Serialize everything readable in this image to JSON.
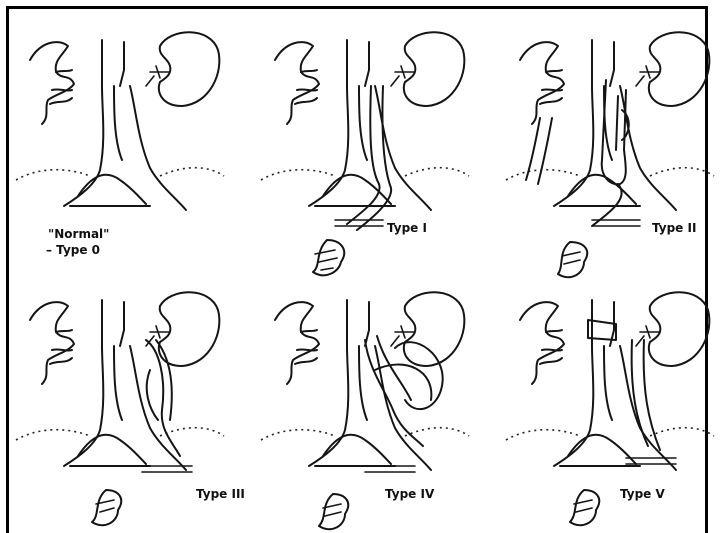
{
  "panels": [
    {
      "id": "type0",
      "label_line1": "\"Normal\"",
      "label_line2": "– Type 0"
    },
    {
      "id": "type1",
      "label": "Type I"
    },
    {
      "id": "type2",
      "label": "Type II"
    },
    {
      "id": "type3",
      "label": "Type III"
    },
    {
      "id": "type4",
      "label": "Type IV"
    },
    {
      "id": "type5",
      "label": "Type V"
    }
  ]
}
